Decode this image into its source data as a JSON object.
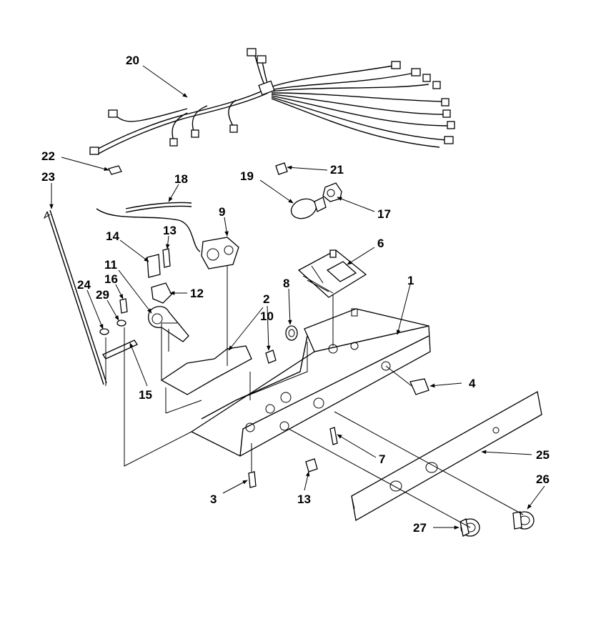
{
  "callouts": {
    "c1": "1",
    "c2": "2",
    "c3": "3",
    "c4": "4",
    "c6": "6",
    "c7": "7",
    "c8": "8",
    "c9": "9",
    "c10": "10",
    "c11": "11",
    "c12": "12",
    "c13a": "13",
    "c13b": "13",
    "c14": "14",
    "c15": "15",
    "c16": "16",
    "c17": "17",
    "c18": "18",
    "c19": "19",
    "c20": "20",
    "c21": "21",
    "c22": "22",
    "c23": "23",
    "c24": "24",
    "c25": "25",
    "c26": "26",
    "c27": "27",
    "c29": "29"
  }
}
